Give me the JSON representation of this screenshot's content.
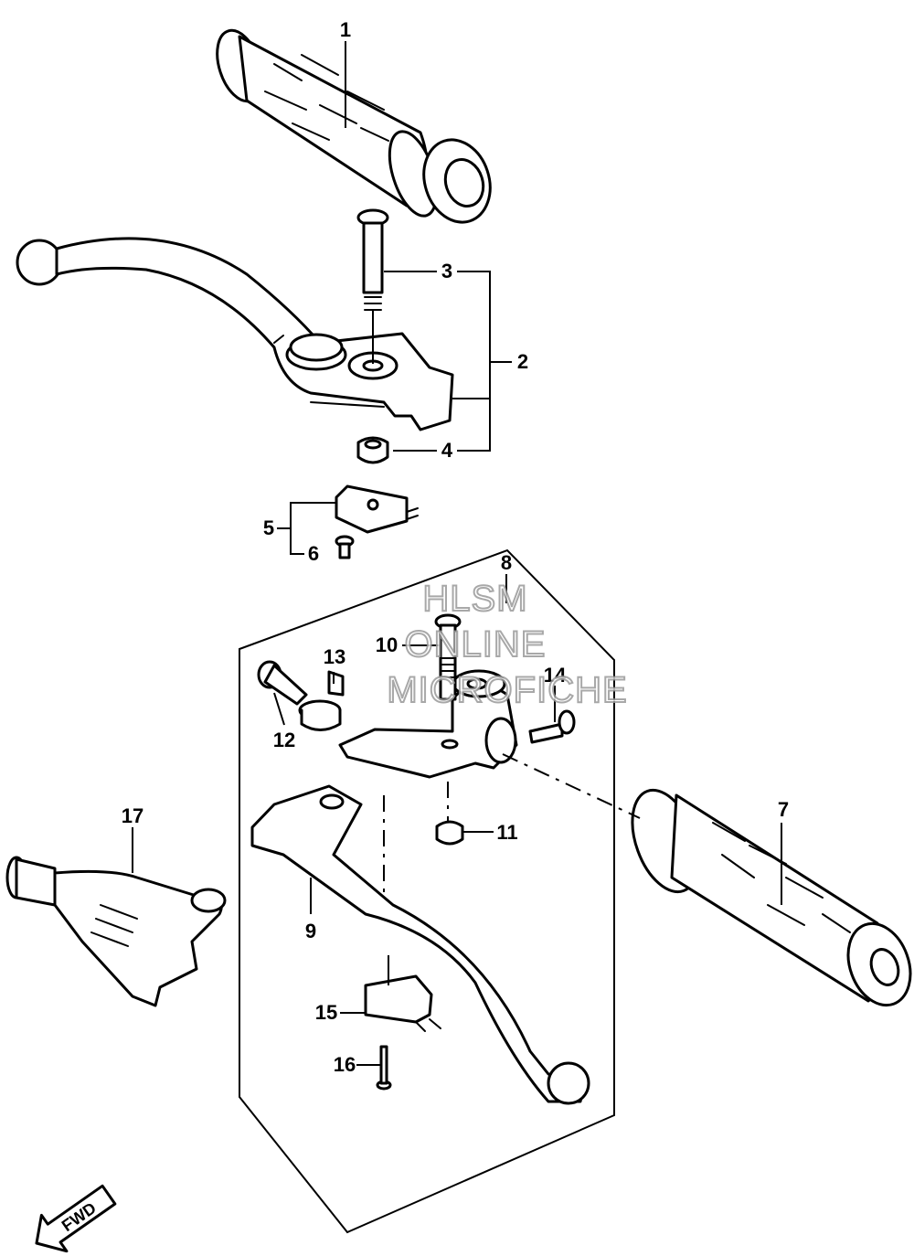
{
  "diagram": {
    "callouts": [
      "1",
      "2",
      "3",
      "4",
      "5",
      "6",
      "7",
      "8",
      "9",
      "10",
      "11",
      "12",
      "13",
      "14",
      "15",
      "16",
      "17"
    ],
    "direction_label": "FWD"
  },
  "watermark": {
    "line1": "HLSM",
    "line2": "ONLINE",
    "line3": "MICROFICHE"
  }
}
